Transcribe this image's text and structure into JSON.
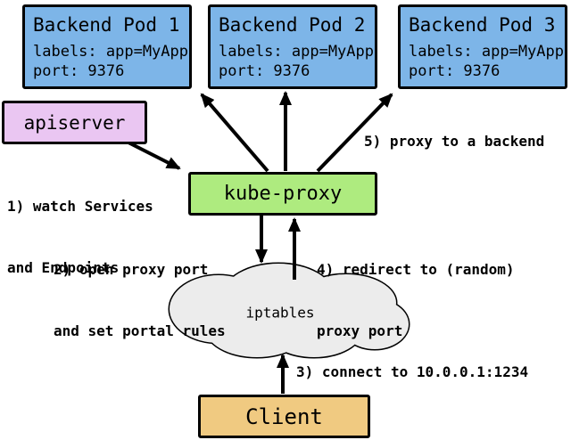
{
  "colors": {
    "pod_fill": "#7db5e8",
    "apiserver_fill": "#eac6f2",
    "kube_proxy_fill": "#aeeb7f",
    "iptables_fill": "#ececec",
    "client_fill": "#f0ca81",
    "border": "#000000",
    "arrow": "#000000"
  },
  "pods": [
    {
      "title": "Backend Pod 1",
      "labels_line": "labels: app=MyApp",
      "port_line": "port: 9376"
    },
    {
      "title": "Backend Pod 2",
      "labels_line": "labels: app=MyApp",
      "port_line": "port: 9376"
    },
    {
      "title": "Backend Pod 3",
      "labels_line": "labels: app=MyApp",
      "port_line": "port: 9376"
    }
  ],
  "nodes": {
    "apiserver_label": "apiserver",
    "kube_proxy_label": "kube-proxy",
    "iptables_label": "iptables",
    "client_label": "Client"
  },
  "annotations": {
    "step1_line1": "1) watch Services",
    "step1_line2": "and Endpoints",
    "step2_line1": "2) open proxy port",
    "step2_line2": "and set portal rules",
    "step3": "3) connect to 10.0.0.1:1234",
    "step4_line1": "4) redirect to (random)",
    "step4_line2": "proxy port",
    "step5": "5) proxy to a backend"
  }
}
